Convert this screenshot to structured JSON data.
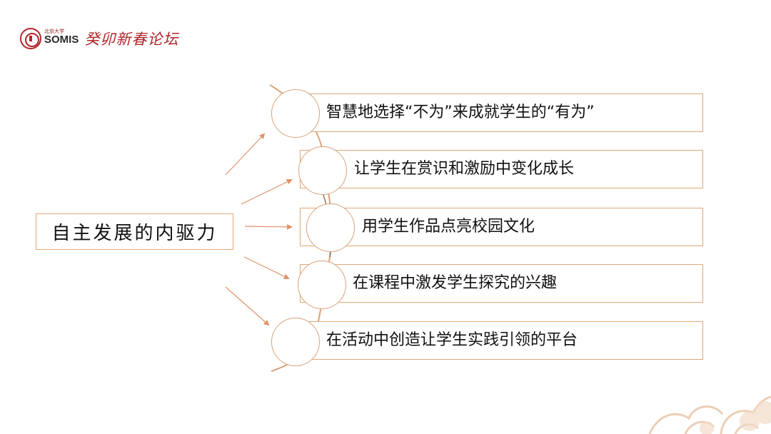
{
  "header": {
    "logo_small_text": "北京大学",
    "logo_text": "SOMIS",
    "logo_subtext": "",
    "forum_title": "癸卯新春论坛"
  },
  "diagram": {
    "central_topic": "自主发展的内驱力",
    "items": [
      "智慧地选择“不为”来成就学生的“有为”",
      "让学生在赏识和激励中变化成长",
      "用学生作品点亮校园文化",
      "在课程中激发学生探究的兴趣",
      "在活动中创造让学生实践引领的平台"
    ]
  },
  "colors": {
    "accent": "#e0a878",
    "arrow": "#e0946a",
    "brand_red": "#b0262b",
    "text": "#111111"
  }
}
